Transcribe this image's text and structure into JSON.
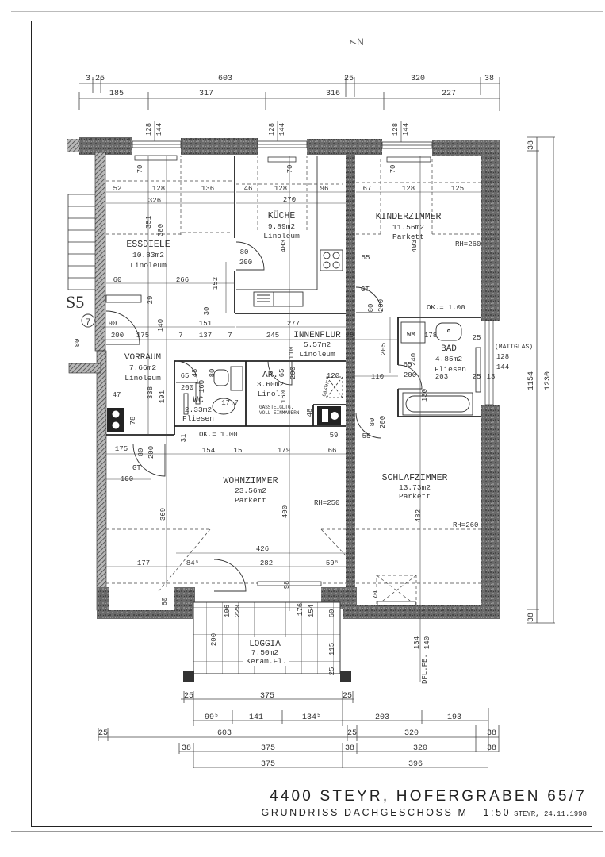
{
  "title_block": {
    "address": "4400 STEYR, HOFERGRABEN 65/7",
    "subtitle": "GRUNDRISS DACHGESCHOSS M - 1:50",
    "place_date": "STEYR, 24.11.1998"
  },
  "north_marker": "N",
  "stair_label": "S5",
  "entrance_number": "7",
  "rooms": [
    {
      "name": "ESSDIELE",
      "area": "10.83m2",
      "floor": "Linoleum"
    },
    {
      "name": "KÜCHE",
      "area": "9.89m2",
      "floor": "Linoleum"
    },
    {
      "name": "KINDERZIMMER",
      "area": "11.56m2",
      "floor": "Parkett",
      "note": "RH=260"
    },
    {
      "name": "VORRAUM",
      "area": "7.66m2",
      "floor": "Linoleum"
    },
    {
      "name": "INNENFLUR",
      "area": "5.57m2",
      "floor": "Linoleum"
    },
    {
      "name": "BAD",
      "area": "4.85m2",
      "floor": "Fliesen"
    },
    {
      "name": "WC",
      "area": "2.33m2",
      "floor": "Fliesen"
    },
    {
      "name": "AR.",
      "area": "3.60m2",
      "floor": "Linol"
    },
    {
      "name": "WOHNZIMMER",
      "area": "23.56m2",
      "floor": "Parkett",
      "note": "RH=250"
    },
    {
      "name": "SCHLAFZIMMER",
      "area": "13.73m2",
      "floor": "Parkett",
      "note": "RH=260"
    },
    {
      "name": "LOGGIA",
      "area": "7.50m2",
      "floor": "Keram.Fl."
    }
  ],
  "annotations": {
    "wm": "WM",
    "gt1": "GT",
    "gt2": "GT",
    "ok1": "OK.= 1.00",
    "ok2": "OK.= 1.00",
    "mattglas": "(MATTGLAS)",
    "gas_note_1": "GASSTEIGLTG.",
    "gas_note_2": "VOLL EINMAUERN",
    "gasth": "GASTH.",
    "dfl_fe": "DFL.FE."
  },
  "dimensions": {
    "top_row1": [
      "3.25",
      "603",
      "25",
      "320",
      "38"
    ],
    "top_row2": [
      "185",
      "317",
      "316",
      "227"
    ],
    "window_heights": [
      "128",
      "144"
    ],
    "essdiele": [
      "52",
      "128",
      "136",
      "326",
      "351",
      "380",
      "60",
      "266",
      "29",
      "152",
      "30",
      "151",
      "70"
    ],
    "kueche": [
      "46",
      "128",
      "96",
      "270",
      "403",
      "80",
      "200",
      "70",
      "7",
      "277"
    ],
    "kinderzimmer": [
      "67",
      "128",
      "125",
      "403",
      "55",
      "80",
      "200",
      "70",
      "7"
    ],
    "vorraum": [
      "90",
      "200",
      "175",
      "80",
      "140",
      "338",
      "191",
      "47",
      "78",
      "7",
      "137",
      "7",
      "25",
      "7",
      "245"
    ],
    "innenflur": [
      "25",
      "110",
      "205"
    ],
    "wc": [
      "65",
      "48",
      "200",
      "160",
      "80",
      "17.7",
      "31"
    ],
    "ar": [
      "65",
      "200",
      "120",
      "160",
      "48",
      "59"
    ],
    "bad": [
      "178",
      "25",
      "240",
      "65",
      "200",
      "203",
      "110",
      "25",
      "13",
      "130",
      "128",
      "144"
    ],
    "wohnzimmer": [
      "175",
      "80",
      "200",
      "7",
      "154",
      "15",
      "7",
      "179",
      "66",
      "100",
      "369",
      "400",
      "426",
      "177",
      "84⁵",
      "282",
      "59⁵",
      "60",
      "98"
    ],
    "schlafzimmer": [
      "80",
      "200",
      "55",
      "482",
      "70",
      "134",
      "140"
    ],
    "loggia": [
      "106",
      "229",
      "176",
      "154",
      "60",
      "200",
      "115",
      "25"
    ],
    "right_side": [
      "38",
      "1154",
      "1230",
      "38"
    ],
    "bottom_row1": [
      "25",
      "375",
      "25"
    ],
    "bottom_row2": [
      "99⁵",
      "141",
      "134⁵",
      "203",
      "193"
    ],
    "bottom_row3": [
      "25",
      "603",
      "25",
      "320",
      "38"
    ],
    "bottom_row4": [
      "38",
      "375",
      "38",
      "320",
      "38"
    ],
    "bottom_row5": [
      "375",
      "396"
    ]
  }
}
